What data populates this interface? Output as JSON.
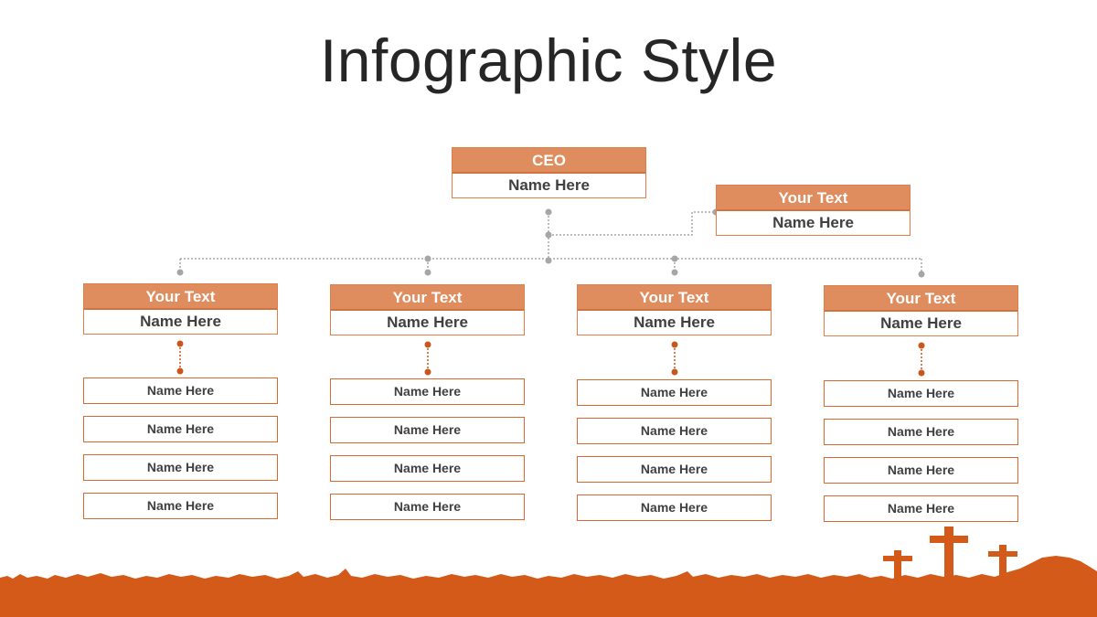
{
  "title": "Infographic Style",
  "ceo": {
    "role": "CEO",
    "name": "Name Here"
  },
  "assistant": {
    "role": "Your Text",
    "name": "Name Here"
  },
  "departments": [
    {
      "role": "Your Text",
      "name": "Name Here",
      "members": [
        "Name Here",
        "Name Here",
        "Name Here",
        "Name Here"
      ]
    },
    {
      "role": "Your Text",
      "name": "Name Here",
      "members": [
        "Name Here",
        "Name Here",
        "Name Here",
        "Name Here"
      ]
    },
    {
      "role": "Your Text",
      "name": "Name Here",
      "members": [
        "Name Here",
        "Name Here",
        "Name Here",
        "Name Here"
      ]
    },
    {
      "role": "Your Text",
      "name": "Name Here",
      "members": [
        "Name Here",
        "Name Here",
        "Name Here",
        "Name Here"
      ]
    }
  ],
  "colors": {
    "accent": "#df8c5e",
    "border": "#d9692f",
    "ground": "#d35a18",
    "connector": "#a6a6a6"
  }
}
